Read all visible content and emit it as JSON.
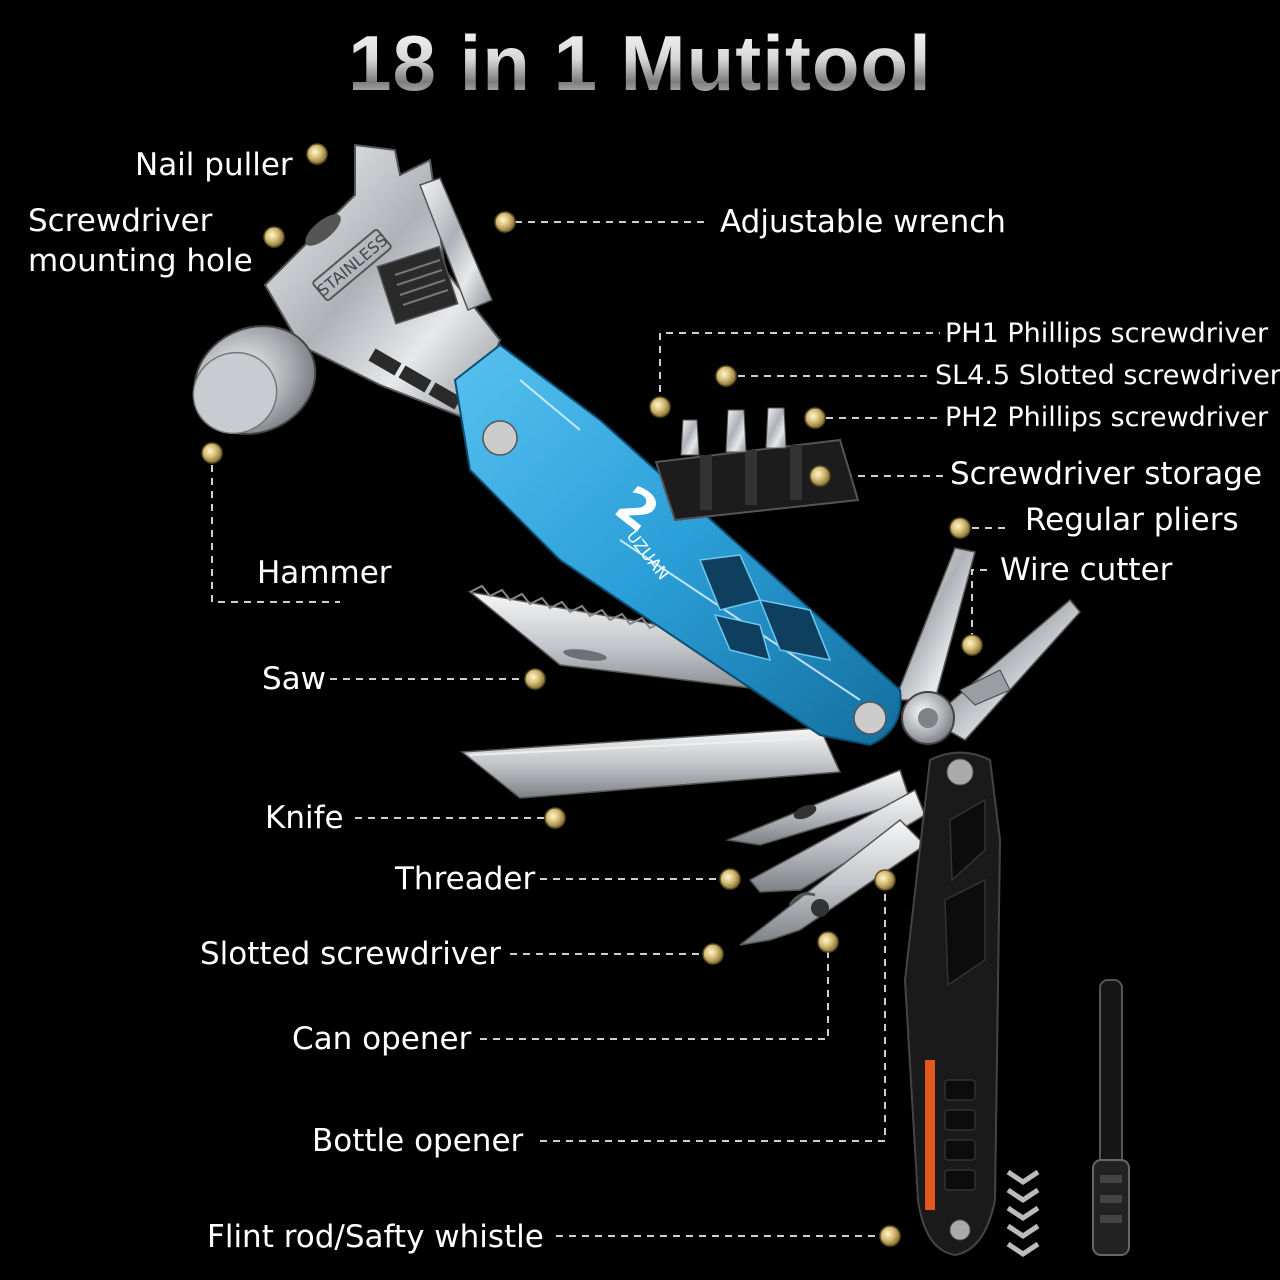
{
  "title": "18 in 1 Mutitool",
  "product": {
    "brand_number": "2",
    "brand_name": "UZUAN",
    "engraving": "STAINLESS",
    "colors": {
      "handle_blue": "#2b9fd8",
      "handle_black": "#1a1a1a",
      "steel": "#c9ccd0",
      "dot_gold": "#c9b26a",
      "accent_orange": "#e2571b"
    }
  },
  "labels": {
    "nail_puller": "Nail puller",
    "screwdriver_mounting_hole_1": "Screwdriver",
    "screwdriver_mounting_hole_2": "mounting hole",
    "adjustable_wrench": "Adjustable wrench",
    "ph1": "PH1 Phillips screwdriver",
    "sl45": "SL4.5 Slotted screwdriver",
    "ph2": "PH2 Phillips screwdriver",
    "storage": "Screwdriver storage",
    "pliers": "Regular pliers",
    "wire_cutter": "Wire cutter",
    "hammer": "Hammer",
    "saw": "Saw",
    "knife": "Knife",
    "threader": "Threader",
    "slotted_screwdriver": "Slotted screwdriver",
    "can_opener": "Can opener",
    "bottle_opener": "Bottle opener",
    "flint_rod": "Flint rod/Safty whistle"
  }
}
